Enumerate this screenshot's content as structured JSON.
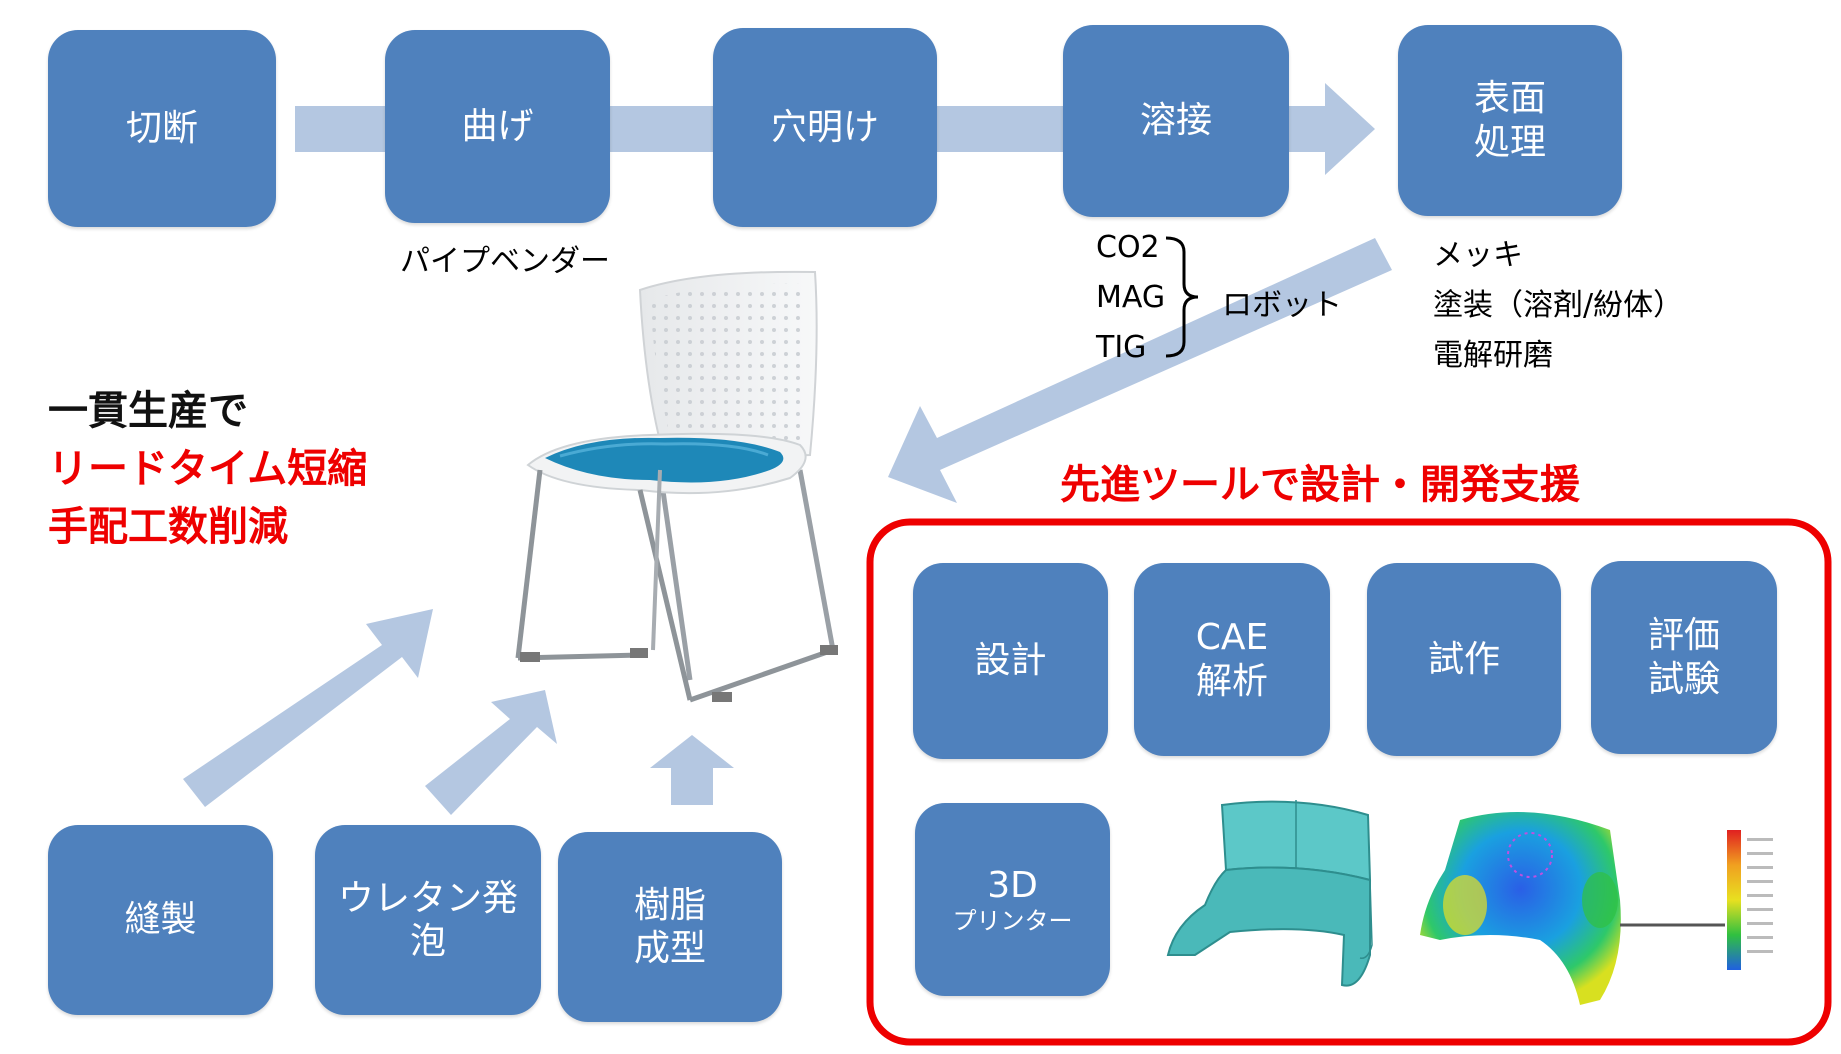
{
  "process": {
    "cutting": "切断",
    "bending": "曲げ",
    "drilling": "穴明け",
    "welding": "溶接",
    "surface_line1": "表面",
    "surface_line2": "処理"
  },
  "bending_note": "パイプベンダー",
  "welding_notes": {
    "co2": "CO2",
    "mag": "MAG",
    "tig": "TIG",
    "robot": "ロボット"
  },
  "surface_notes": {
    "plating": "メッキ",
    "painting": "塗装（溶剤/紛体）",
    "polishing": "電解研磨"
  },
  "integrated": {
    "line1": "一貫生産で",
    "line2": "リードタイム短縮",
    "line3": "手配工数削減"
  },
  "support_title": "先進ツールで設計・開発支援",
  "dev_tools": {
    "design": "設計",
    "cae_line1": "CAE",
    "cae_line2": "解析",
    "prototype": "試作",
    "eval_line1": "評価",
    "eval_line2": "試験",
    "printer_line1": "3D",
    "printer_line2": "プリンター"
  },
  "sub_process": {
    "sewing": "縫製",
    "urethan_line1": "ウレタン発",
    "urethan_line2": "泡",
    "resin_line1": "樹脂",
    "resin_line2": "成型"
  },
  "colors": {
    "box": "#4f81bd",
    "arrow": "#b4c7e1",
    "highlight_red": "#ee0000",
    "seat_blue": "#1e88b8"
  },
  "icons": {
    "product": "stacking-chair",
    "cad_model": "chair-back-3d-model",
    "analysis": "stress-contour-plot"
  }
}
